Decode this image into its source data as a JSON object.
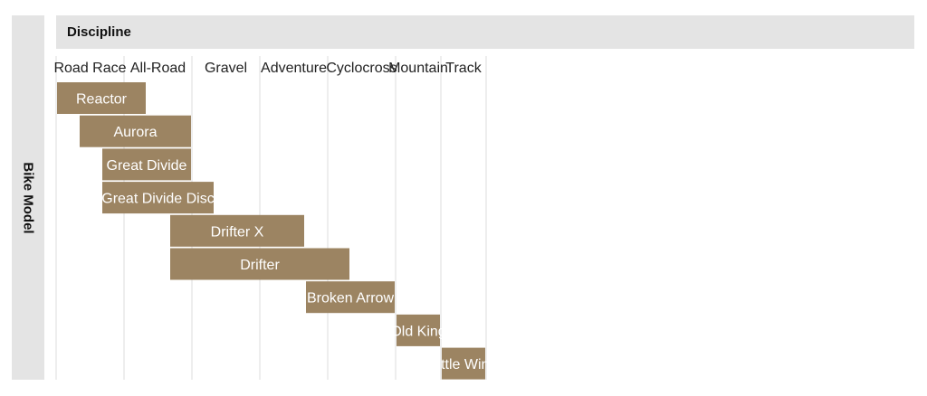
{
  "chart_data": {
    "type": "bar",
    "xlabel": "Discipline",
    "ylabel": "Bike Model",
    "categories": [
      "Road Race",
      "All-Road",
      "Gravel",
      "Adventure",
      "Cyclocross",
      "Mountain",
      "Track"
    ],
    "bars": [
      {
        "label": "Reactor",
        "start": 0,
        "end": 2
      },
      {
        "label": "Aurora",
        "start": 0.5,
        "end": 3
      },
      {
        "label": "Great Divide",
        "start": 1,
        "end": 3
      },
      {
        "label": "Great Divide Disc",
        "start": 1,
        "end": 3.5
      },
      {
        "label": "Drifter X",
        "start": 2.5,
        "end": 5.5
      },
      {
        "label": "Drifter",
        "start": 2.5,
        "end": 6.5
      },
      {
        "label": "Broken Arrow",
        "start": 5.5,
        "end": 7.5
      },
      {
        "label": "Old King",
        "start": 7.5,
        "end": 8.5
      },
      {
        "label": "Little Wing",
        "start": 8.5,
        "end": 9.5
      }
    ],
    "bar_color": "#9c8462",
    "grid": true
  }
}
